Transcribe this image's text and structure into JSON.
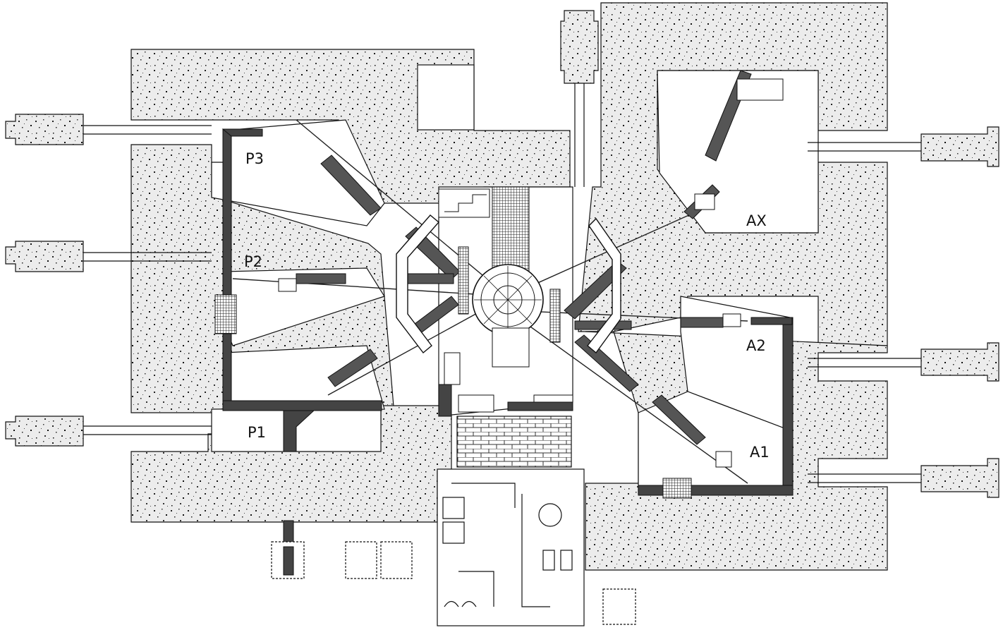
{
  "labels": {
    "p1": "P1",
    "p2": "P2",
    "p3": "P3",
    "a1": "A1",
    "a2": "A2",
    "ax": "AX"
  },
  "colors": {
    "concrete_fill": "#dcdcdc",
    "speckle": "#1a1a1a",
    "wall": "#3a3a3a",
    "line": "#111111",
    "background": "#ffffff"
  }
}
